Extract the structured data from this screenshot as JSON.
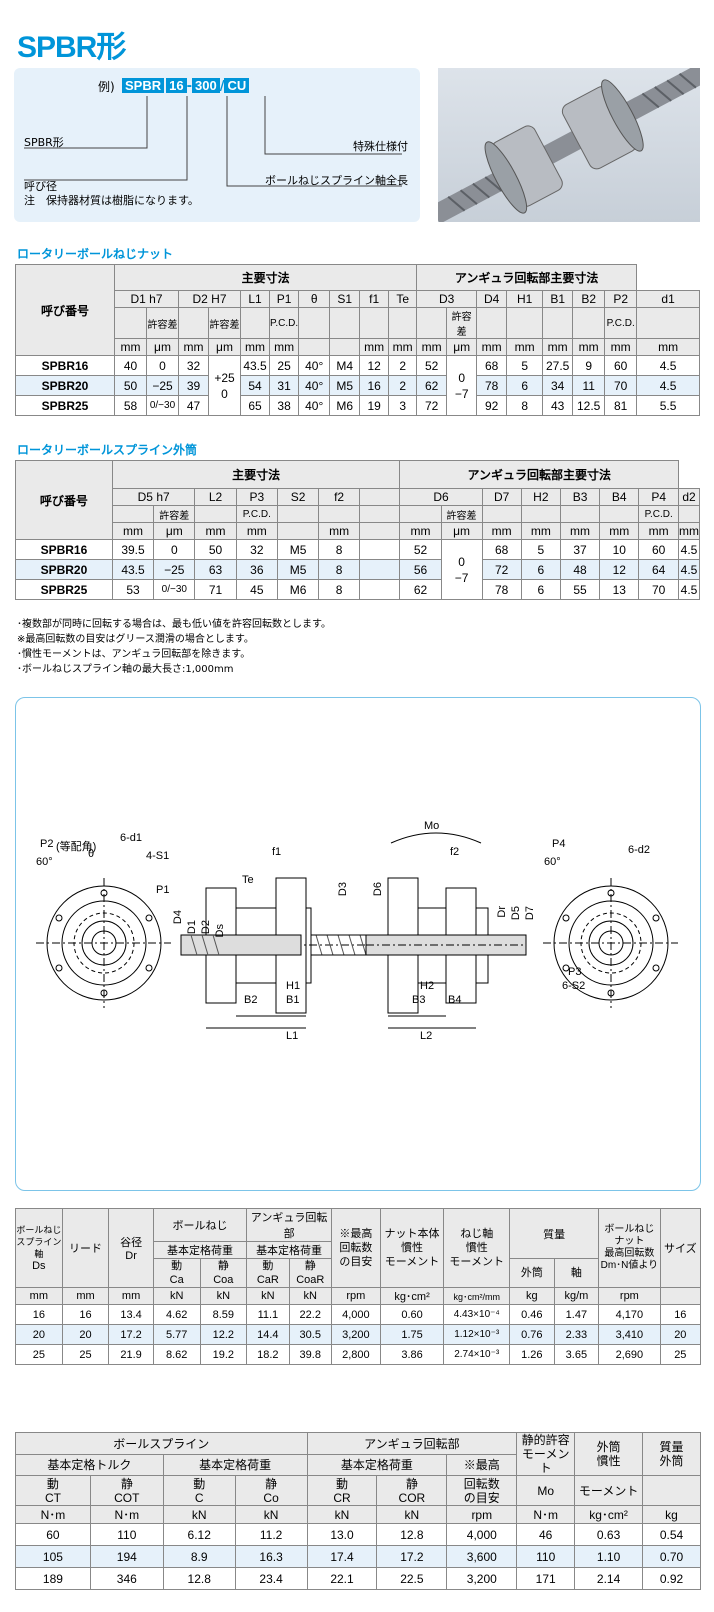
{
  "title": "SPBR形",
  "example": {
    "prefix": "例)",
    "parts": [
      "SPBR",
      "16",
      "300",
      "CU"
    ],
    "seps": [
      "-",
      "/"
    ],
    "label_model": "SPBR形",
    "label_dia": "呼び径",
    "label_note": "注　保持器材質は樹脂になります。",
    "label_special": "特殊仕様付",
    "label_length": "ボールねじスプライン軸全長"
  },
  "table1": {
    "title": "ロータリーボールねじナット",
    "col_name": "呼び番号",
    "group_main": "主要寸法",
    "group_angular": "アンギュラ回転部主要寸法",
    "headers": [
      "D1 h7",
      "D2 H7",
      "L1",
      "P1",
      "θ",
      "S1",
      "f1",
      "Te",
      "D3",
      "D4",
      "H1",
      "B1",
      "B2",
      "P2",
      "d1"
    ],
    "tol": "許容差",
    "unit_mm": "mm",
    "unit_um": "μm",
    "pcd": "P.C.D.",
    "tol_d1": [
      "0",
      "−25",
      "0/−30"
    ],
    "tol_d2": [
      "+25",
      "0"
    ],
    "tol_d3": [
      "0",
      "−7"
    ],
    "rows": [
      [
        "SPBR16",
        "40",
        "32",
        "43.5",
        "25",
        "40°",
        "M4",
        "12",
        "2",
        "52",
        "68",
        "5",
        "27.5",
        "9",
        "60",
        "4.5"
      ],
      [
        "SPBR20",
        "50",
        "39",
        "54",
        "31",
        "40°",
        "M5",
        "16",
        "2",
        "62",
        "78",
        "6",
        "34",
        "11",
        "70",
        "4.5"
      ],
      [
        "SPBR25",
        "58",
        "47",
        "65",
        "38",
        "40°",
        "M6",
        "19",
        "3",
        "72",
        "92",
        "8",
        "43",
        "12.5",
        "81",
        "5.5"
      ]
    ]
  },
  "table2": {
    "title": "ロータリーボールスプライン外筒",
    "col_name": "呼び番号",
    "group_main": "主要寸法",
    "group_angular": "アンギュラ回転部主要寸法",
    "headers": [
      "D5 h7",
      "L2",
      "P3",
      "S2",
      "f2",
      "D6",
      "D7",
      "H2",
      "B3",
      "B4",
      "P4",
      "d2"
    ],
    "tol_d5": [
      "0",
      "−25",
      "0/−30"
    ],
    "tol_d6": [
      "0",
      "−7"
    ],
    "rows": [
      [
        "SPBR16",
        "39.5",
        "50",
        "32",
        "M5",
        "8",
        "52",
        "68",
        "5",
        "37",
        "10",
        "60",
        "4.5"
      ],
      [
        "SPBR20",
        "43.5",
        "63",
        "36",
        "M5",
        "8",
        "56",
        "72",
        "6",
        "48",
        "12",
        "64",
        "4.5"
      ],
      [
        "SPBR25",
        "53",
        "71",
        "45",
        "M6",
        "8",
        "62",
        "78",
        "6",
        "55",
        "13",
        "70",
        "4.5"
      ]
    ]
  },
  "notes": [
    "･複数部が同時に回転する場合は、最も低い値を許容回転数とします。",
    "※最高回転数の目安はグリース潤滑の場合とします。",
    "･慣性モーメントは、アンギュラ回転部を除きます。",
    "･ボールねじスプライン軸の最大長さ:1,000mm"
  ],
  "drawing_labels": {
    "p2": "P2",
    "eq": "(等配角)",
    "d1": "6-d1",
    "s1": "4-S1",
    "p1": "P1",
    "theta": "θ",
    "sixty": "60°",
    "te": "Te",
    "f1": "f1",
    "f2": "f2",
    "mo": "Mo",
    "h1": "H1",
    "b1": "B1",
    "b2": "B2",
    "l1": "L1",
    "h2": "H2",
    "b3": "B3",
    "b4": "B4",
    "l2": "L2",
    "p4": "P4",
    "d2": "6-d2",
    "p3": "P3",
    "s2": "6-S2",
    "vd4": "D4",
    "vd1": "D1",
    "vd2": "D2",
    "vds": "Ds",
    "vd3": "D3",
    "vd6": "D6",
    "vdr": "Dr",
    "vd5": "D5",
    "vd7": "D7"
  },
  "table3": {
    "rows": [
      [
        "16",
        "16",
        "13.4",
        "4.62",
        "8.59",
        "11.1",
        "22.2",
        "4,000",
        "0.60",
        "4.43×10⁻⁴",
        "0.46",
        "1.47",
        "4,170",
        "16"
      ],
      [
        "20",
        "20",
        "17.2",
        "5.77",
        "12.2",
        "14.4",
        "30.5",
        "3,200",
        "1.75",
        "1.12×10⁻³",
        "0.76",
        "2.33",
        "3,410",
        "20"
      ],
      [
        "25",
        "25",
        "21.9",
        "8.62",
        "19.2",
        "18.2",
        "39.8",
        "2,800",
        "3.86",
        "2.74×10⁻³",
        "1.26",
        "3.65",
        "2,690",
        "25"
      ]
    ],
    "h": {
      "ds1": "ボールねじ",
      "ds2": "スプライン軸",
      "ds3": "Ds",
      "lead": "リード",
      "root": "谷径",
      "dr": "Dr",
      "bs": "ボールねじ",
      "bs2": "基本定格荷重",
      "dyn": "動",
      "sta": "静",
      "ca": "Ca",
      "coa": "Coa",
      "ang": "アンギュラ回転部",
      "ang2": "基本定格荷重",
      "car": "CaR",
      "coar": "CoaR",
      "max1": "※最高",
      "max2": "回転数",
      "max3": "の目安",
      "nut1": "ナット本体",
      "nut2": "慣性",
      "nut3": "モーメント",
      "sh1": "ねじ軸",
      "sh2": "慣性",
      "sh3": "モーメント",
      "mass": "質量",
      "outer": "外筒",
      "shaft": "軸",
      "bn1": "ボールねじ",
      "bn2": "ナット",
      "bn3": "最高回転数",
      "bn4": "Dm･N値より",
      "size": "サイズ",
      "u": [
        "mm",
        "mm",
        "mm",
        "kN",
        "kN",
        "kN",
        "kN",
        "rpm",
        "kg･cm²",
        "kg･cm²/mm",
        "kg",
        "kg/m",
        "rpm"
      ]
    }
  },
  "table4": {
    "rows": [
      [
        "60",
        "110",
        "6.12",
        "11.2",
        "13.0",
        "12.8",
        "4,000",
        "46",
        "0.63",
        "0.54"
      ],
      [
        "105",
        "194",
        "8.9",
        "16.3",
        "17.4",
        "17.2",
        "3,600",
        "110",
        "1.10",
        "0.70"
      ],
      [
        "189",
        "346",
        "12.8",
        "23.4",
        "22.1",
        "22.5",
        "3,200",
        "171",
        "2.14",
        "0.92"
      ]
    ],
    "h": {
      "bsp": "ボールスプライン",
      "torque": "基本定格トルク",
      "load": "基本定格荷重",
      "ang": "アンギュラ回転部",
      "load2": "基本定格荷重",
      "max1": "※最高",
      "max2": "回転数",
      "max3": "の目安",
      "sm1": "静的許容",
      "sm2": "モーメント",
      "sm3": "Mo",
      "oi1": "外筒",
      "oi2": "慣性",
      "oi3": "モーメント",
      "ms1": "質量",
      "ms2": "外筒",
      "dyn": "動",
      "sta": "静",
      "ct": "CT",
      "cot": "COT",
      "c": "C",
      "co": "Co",
      "cr": "CR",
      "cor": "COR",
      "u": [
        "N･m",
        "N･m",
        "kN",
        "kN",
        "kN",
        "kN",
        "rpm",
        "N･m",
        "kg･cm²",
        "kg"
      ]
    }
  }
}
